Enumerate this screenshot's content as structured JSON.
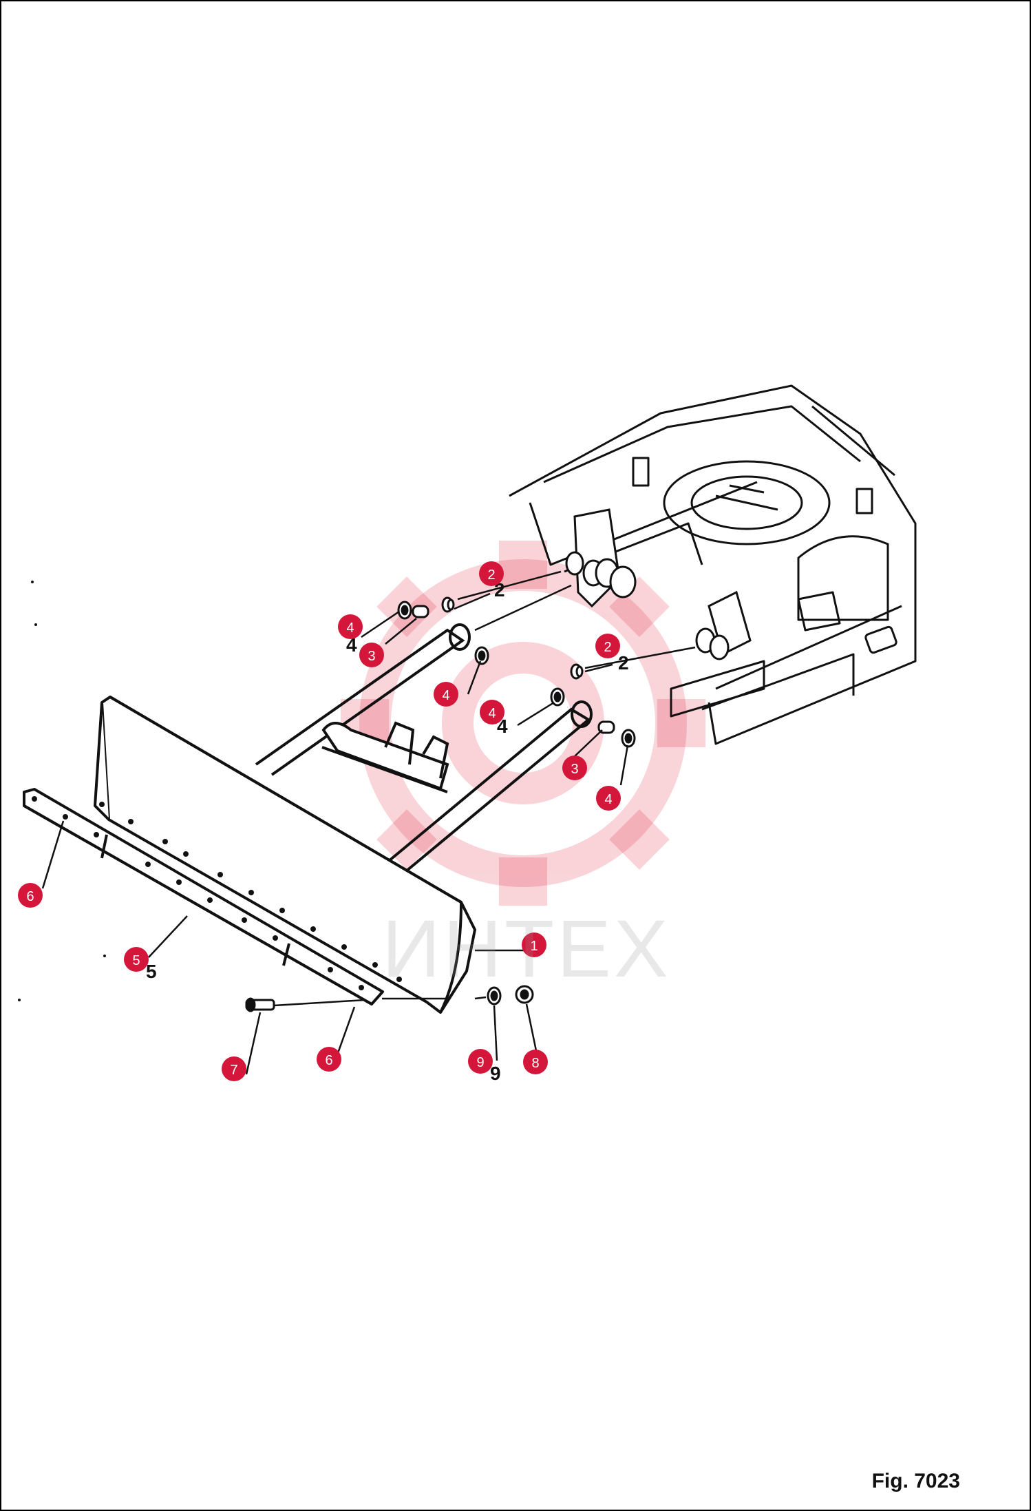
{
  "figure": {
    "label": "Fig. 7023"
  },
  "watermark": {
    "text": "ИНТЕХ",
    "color": "#e0102f"
  },
  "callout_color": "#d4163a",
  "callouts": [
    {
      "id": "callout-2a",
      "number": "2"
    },
    {
      "id": "callout-4a",
      "number": "4"
    },
    {
      "id": "callout-3a",
      "number": "3"
    },
    {
      "id": "callout-4b",
      "number": "4"
    },
    {
      "id": "callout-2b",
      "number": "2"
    },
    {
      "id": "callout-4c",
      "number": "4"
    },
    {
      "id": "callout-3b",
      "number": "3"
    },
    {
      "id": "callout-4d",
      "number": "4"
    },
    {
      "id": "callout-6a",
      "number": "6"
    },
    {
      "id": "callout-1",
      "number": "1"
    },
    {
      "id": "callout-5",
      "number": "5"
    },
    {
      "id": "callout-7",
      "number": "7"
    },
    {
      "id": "callout-6b",
      "number": "6"
    },
    {
      "id": "callout-9",
      "number": "9"
    },
    {
      "id": "callout-8",
      "number": "8"
    }
  ],
  "printed_numbers": [
    {
      "id": "pn-2a",
      "text": "2"
    },
    {
      "id": "pn-2b",
      "text": "2"
    },
    {
      "id": "pn-4a",
      "text": "4"
    },
    {
      "id": "pn-4c",
      "text": "4"
    },
    {
      "id": "pn-5",
      "text": "5"
    },
    {
      "id": "pn-9",
      "text": "9"
    }
  ]
}
